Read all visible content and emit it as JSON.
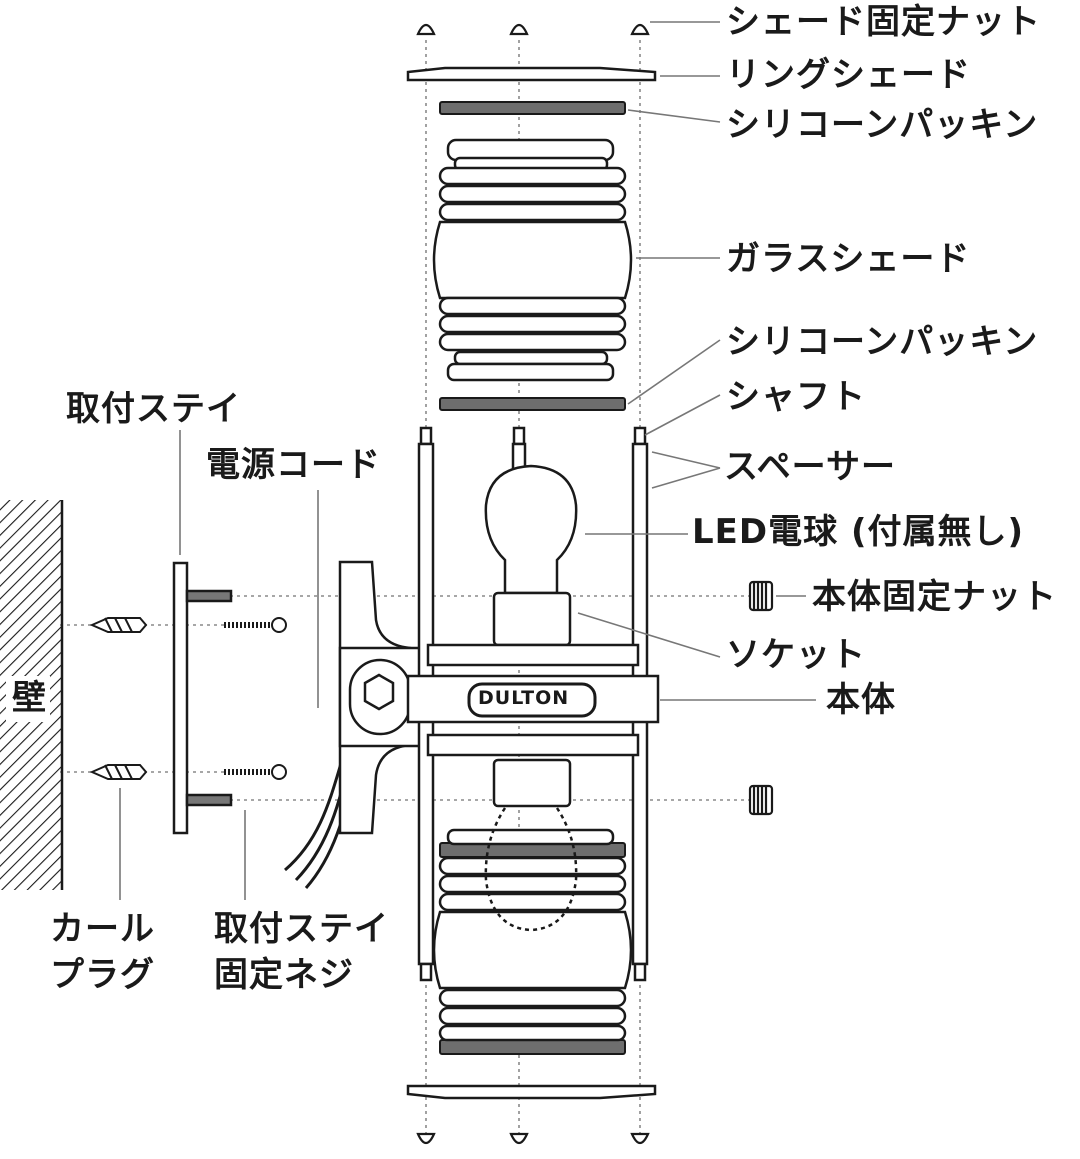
{
  "labels": {
    "shade_nut": "シェード固定ナット",
    "ring_shade": "リングシェード",
    "silicone_packing_top": "シリコーンパッキン",
    "glass_shade": "ガラスシェード",
    "silicone_packing_mid": "シリコーンパッキン",
    "shaft": "シャフト",
    "spacer": "スペーサー",
    "led_bulb": "LED電球 (付属無し)",
    "body_nut": "本体固定ナット",
    "socket": "ソケット",
    "body": "本体",
    "mounting_stay": "取付ステイ",
    "power_cord": "電源コード",
    "wall": "壁",
    "curl_plug_1": "カール",
    "curl_plug_2": "プラグ",
    "stay_screw_1": "取付ステイ",
    "stay_screw_2": "固定ネジ",
    "logo": "DULTON"
  },
  "colors": {
    "line": "#1a1a1a",
    "packing": "#6e6e6e",
    "guide": "#9a9a9a"
  }
}
